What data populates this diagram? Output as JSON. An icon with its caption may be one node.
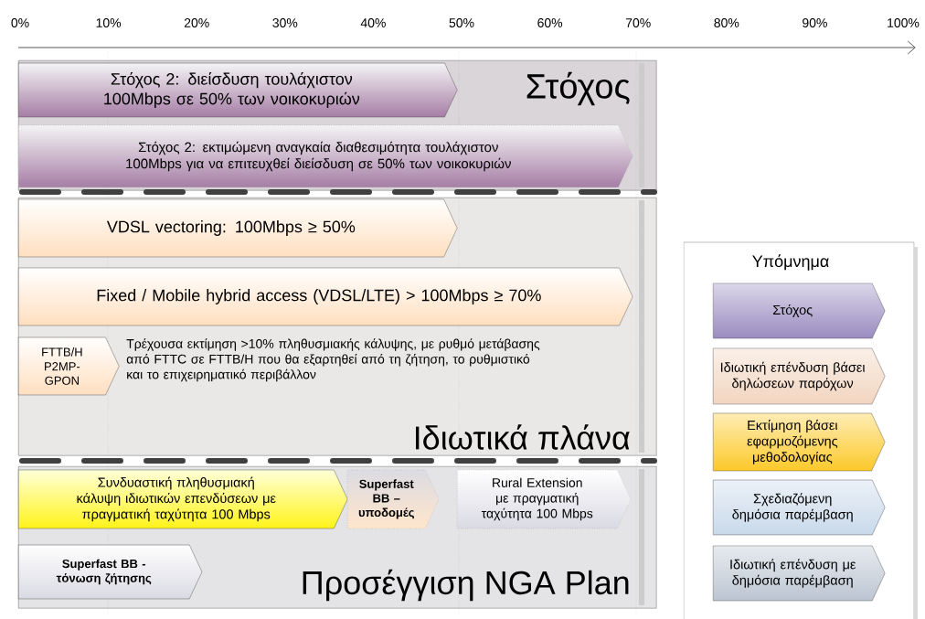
{
  "diagram": {
    "nodes": [
      {
        "text": [
          "Στόχος"
        ]
      },
      {
        "text": [
          "Στόχος 2: διείσδυση τουλάχιστον 100Mbps σε 50% των νοικοκυριών"
        ],
        "in": 0
      },
      {
        "text": [
          "Στόχος 2: εκτιμώμενη αναγκαία διαθεσιμότητα τουλάχιστον 100Mbps για να επιτευχθεί διείσδυση σε 50% των νοικοκυριών"
        ],
        "in": 0
      },
      {
        "text": [
          "Ιδιωτικά πλάνα"
        ]
      },
      {
        "text": [
          "VDSL vectoring: 100Mbps ≥ 50%"
        ],
        "in": 3
      },
      {
        "text": [
          "Fixed / Mobile hybrid access (VDSL/LTE) > 100Mbps ≥ 70%"
        ],
        "in": 3
      },
      {
        "text": [
          "FTTB/H P2MP-GPON"
        ],
        "in": 3,
        "beside": [
          "Τρέχουσα εκτίμηση >10% πληθυσμιακής κάλυψης, με ρυθμό μετάβασης από FTTC σε FTTB/H που θα εξαρτηθεί από τη ζήτηση, το ρυθμιστικό και το επιχειρηματικό περιβάλλον"
        ]
      },
      {
        "text": [
          "Προσέγγιση NGA Plan"
        ]
      },
      {
        "text": [
          "Συνδυαστική πληθυσμιακή κάλυψη ιδιωτικών επενδύσεων με πραγματική ταχύτητα 100 Mbps"
        ],
        "in": 7
      },
      {
        "text": [
          "Superfast BB – υποδομές"
        ],
        "in": 7
      },
      {
        "text": [
          "Rural Extension με πραγματική ταχύτητα 100 Mbps"
        ],
        "in": 7
      },
      {
        "text": [
          "Superfast BB - τόνωση ζήτησης"
        ],
        "in": 7
      }
    ],
    "labels": [
      "0%",
      "10%",
      "20%",
      "30%",
      "40%",
      "50%",
      "60%",
      "70%",
      "80%",
      "90%",
      "100%",
      "Υπόμνημα"
    ],
    "legend": [
      {
        "text": "Στόχος",
        "color": "#9a8cc0"
      },
      {
        "text": "Ιδιωτική επένδυση βάσει δηλώσεων παρόχων",
        "color": "#f2d5c0"
      },
      {
        "text": "Εκτίμηση βάσει εφαρμοζόμενης μεθοδολογίας",
        "color": "#fcc92a"
      },
      {
        "text": "Σχεδιαζόμενη δημόσια παρέμβαση",
        "color": "#c9d9ea"
      },
      {
        "text": "Ιδιωτική επένδυση με δημόσια παρέμβαση",
        "color": "#bcc6d2"
      }
    ]
  }
}
